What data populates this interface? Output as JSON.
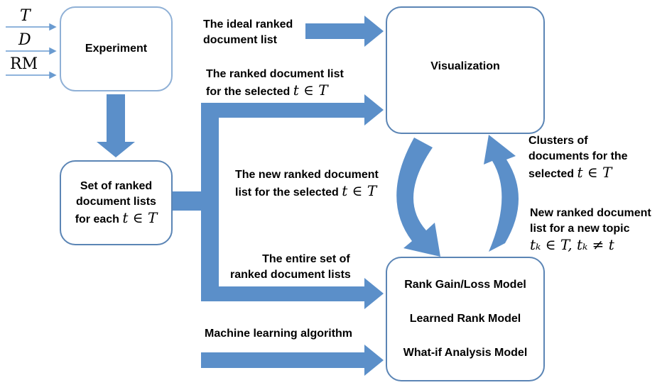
{
  "inputs": {
    "t": "T",
    "d": "D",
    "rm": "RM"
  },
  "boxes": {
    "experiment": "Experiment",
    "visualization": "Visualization",
    "set_line1": "Set of ranked",
    "set_line2": "document lists",
    "set_line3": "for each",
    "set_math": "t ∈ T",
    "models": [
      "Rank Gain/Loss Model",
      "Learned Rank Model",
      "What-if Analysis Model"
    ]
  },
  "labels": {
    "ideal_l1": "The ideal ranked",
    "ideal_l2": "document list",
    "ranked_l1": "The ranked document list",
    "ranked_l2": "for the selected",
    "ranked_math": "t ∈ T",
    "new_l1": "The new ranked document",
    "new_l2": "list for the selected",
    "new_math": "t ∈ T",
    "entire_l1": "The entire set of",
    "entire_l2": "ranked document lists",
    "ml": "Machine learning algorithm",
    "clusters_l1": "Clusters of",
    "clusters_l2": "documents for the",
    "clusters_l3": "selected",
    "clusters_math": "t ∈ T",
    "newtopic_l1": "New ranked document",
    "newtopic_l2": "list for  a new topic",
    "newtopic_math": "tₖ ∈ T, tₖ ≠ t"
  },
  "colors": {
    "arrow": "#5b8fc9",
    "box_border": "#5b85b5"
  }
}
